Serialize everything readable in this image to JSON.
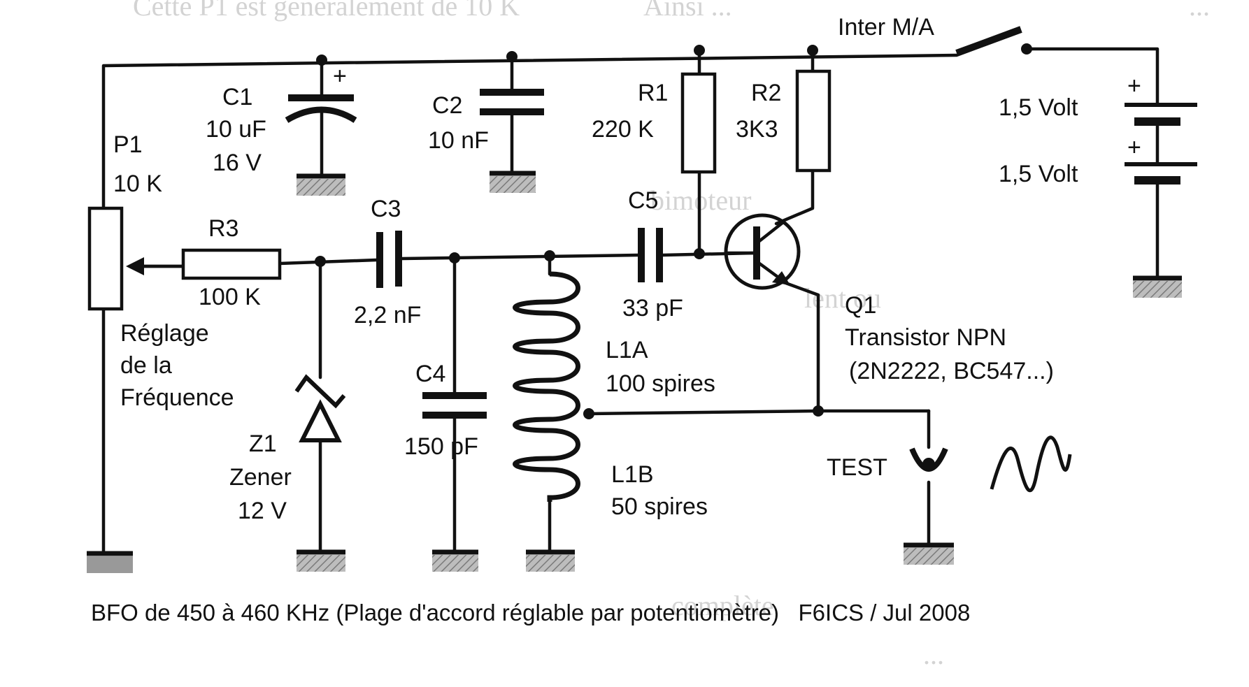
{
  "switch": {
    "label": "Inter M/A"
  },
  "batteries": [
    {
      "label": "1,5 Volt",
      "polarity": "+"
    },
    {
      "label": "1,5 Volt",
      "polarity": "+"
    }
  ],
  "c1": {
    "name": "C1",
    "value": "10 uF",
    "voltage": "16 V",
    "polarity": "+"
  },
  "c2": {
    "name": "C2",
    "value": "10 nF"
  },
  "p1": {
    "name": "P1",
    "value": "10 K"
  },
  "r1": {
    "name": "R1",
    "value": "220 K"
  },
  "r2": {
    "name": "R2",
    "value": "3K3"
  },
  "r3": {
    "name": "R3",
    "value": "100 K"
  },
  "c3": {
    "name": "C3",
    "value": "2,2 nF"
  },
  "c4": {
    "name": "C4",
    "value": "150 pF"
  },
  "c5": {
    "name": "C5",
    "value": "33 pF"
  },
  "z1": {
    "name": "Z1",
    "type": "Zener",
    "value": "12 V"
  },
  "l1a": {
    "name": "L1A",
    "turns": "100 spires"
  },
  "l1b": {
    "name": "L1B",
    "turns": "50 spires"
  },
  "q1": {
    "name": "Q1",
    "type": "Transistor NPN",
    "parts": "(2N2222, BC547...)"
  },
  "test": {
    "label": "TEST"
  },
  "freq_control": {
    "line1": "Réglage",
    "line2": "de la",
    "line3": "Fréquence"
  },
  "caption": "BFO de 450 à 460 KHz (Plage d'accord réglable par potentiomètre)   F6ICS / Jul 2008"
}
